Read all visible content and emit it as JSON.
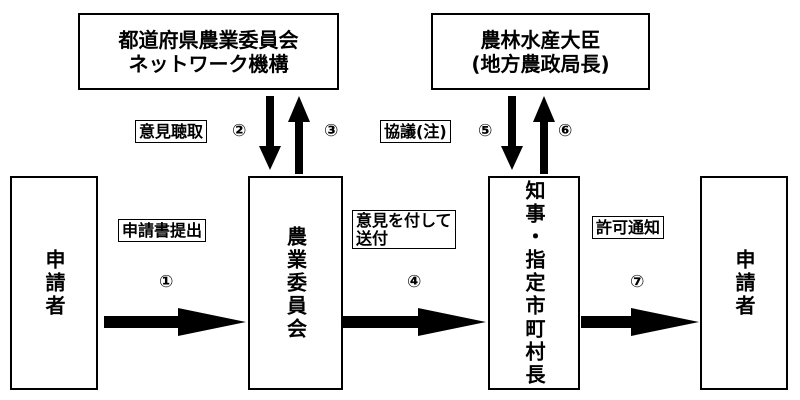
{
  "boxes": {
    "top_left": "都道府県農業委員会\nネットワーク機構",
    "top_right": "農林水産大臣\n(地方農政局長)",
    "applicant_left": "申請者",
    "committee": "農業委員会",
    "governor": "知事・指定市町村長",
    "applicant_right": "申請者"
  },
  "labels": {
    "submit": "申請書提出",
    "hearing": "意見聴取",
    "consult": "協議(注)",
    "send_opinion": "意見を付して\n送付",
    "notify": "許可通知"
  },
  "steps": {
    "s1": "①",
    "s2": "②",
    "s3": "③",
    "s4": "④",
    "s5": "⑤",
    "s6": "⑥",
    "s7": "⑦"
  }
}
